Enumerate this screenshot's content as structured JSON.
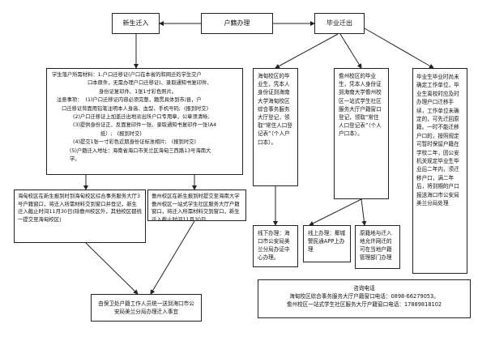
{
  "nodes": {
    "hukou": "户籍办理",
    "new_student": "新生迁入",
    "graduate": "毕业迁出",
    "materials": {
      "lines": [
        "学生落户所需材料：1.户口迁移证(户口在本省的和网迁的学生交户",
        "口本原件，无需办理户口迁移证)、录取通知书复印件、",
        "身份证复印件、1张1寸彩色照片。",
        "注意事项：  (1)户口迁移证内容必须完整，籍贯具体到市/县，户",
        "口迁移证背面用铅笔注明本人身高、血型、手机号码;  (报到时交)",
        "(2)户口迁移证上加盖迁出地派出所户口专用章，公章须清晰;",
        "(3)提供身份证正、反面复印件一张、录取通知书复印件一张(A4",
        "纸）;   (报到时交)",
        "(4)提交1张一寸彩色近期身份证标准相片;   (报到时交)",
        "",
        "(5)户籍迁入地址：海南省海口市美兰区海甸三西路13号海南大",
        "学。"
      ]
    },
    "haidian_new": "海甸校区在新生报到时到海甸校区综合事务服务大厅3号户籍窗口，将迁入所需材料交到窗口并登记，新生迁入截止时间11月30日(除儋州校区外，其他校区都统一提交至海甸校区)",
    "danzhou_new": "儋州校区在新生报到时提交至海南大学儋州校区一站式学生社区服务大厅户籍窗口，将迁入所需材料交到窗口，新生迁入截止时间11月30日",
    "security": "由保卫处户籍工作人员统一送到海口市公安局美兰分局办理迁入事宜",
    "haidian_grad": "海甸校区的毕业生，凭本人身份证到海南大学海甸校区综合事务服务大厅登记，领取“常住人口登记表”（个人户口本）。",
    "danzhou_grad": "儋州校区的毕业生，凭本人身份证到海南大学儋州校区一站式学生社区服务大厅户籍窗口登记，领取“常住人口登记表”（个人户口本）。",
    "undecided": "毕业生毕业时尚未确定工作单位，毕业生离校时应及时办理户口迁移手续，工作单位未确定的，可先迁回原籍。一时不能迁移户口的，按照规定可暂时保留户籍在学校二年，因公安机关规定毕业生毕业后二年内，须迁移户口，满二年后，将到期的户口报送海口市公安局美兰分局处理",
    "offline": "线下办理：海口市公安局美兰分局办证中心办理。",
    "online": "线上办理：椰城警民通APP上办理",
    "origin": "原籍地与迁入地允许网迁的可在当地户籍管理部门办理",
    "contact": {
      "title": "咨询电话",
      "haidian": "海甸校区综合事务服务大厅户籍窗口电话：0898-66279053。",
      "danzhou": "儋州校区一站式学生社区服务大厅户籍窗口电话：17889818102"
    }
  }
}
